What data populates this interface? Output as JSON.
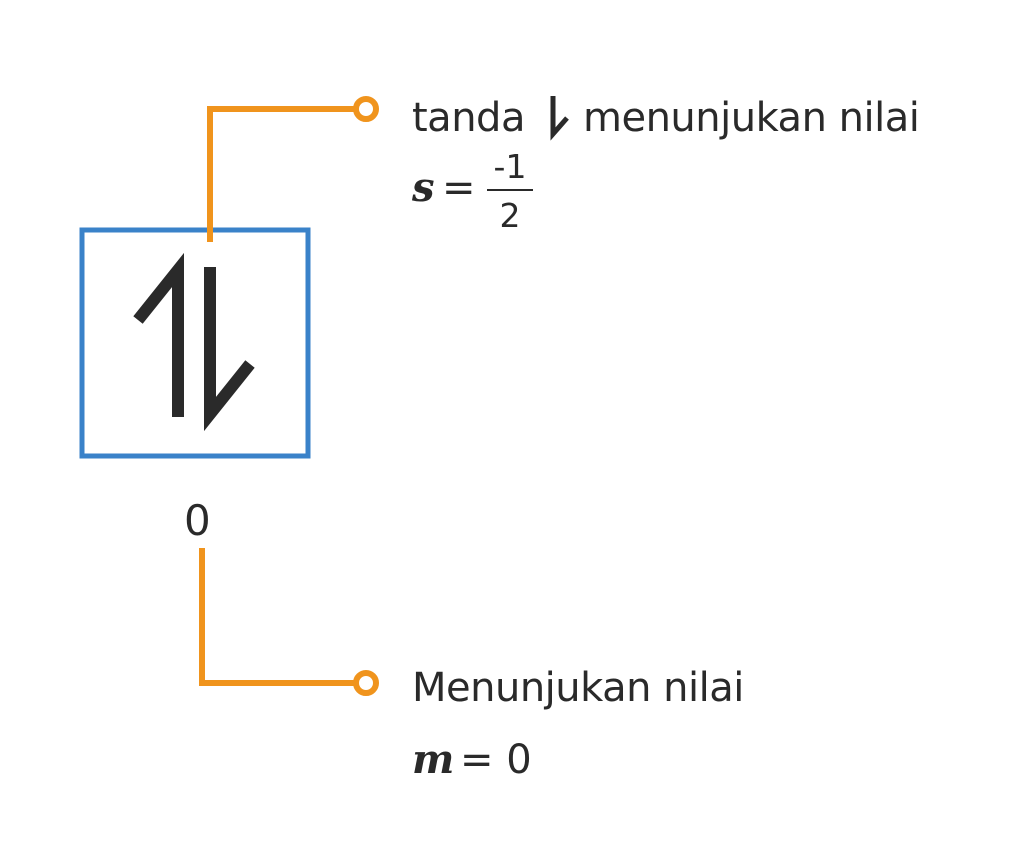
{
  "orbital": {
    "box_color": "#3a82c9",
    "arrow_color": "#2a2a2a",
    "electron_up": "spin-up-half-arrow-icon",
    "electron_down": "spin-down-half-arrow-icon",
    "magnetic_label": "0"
  },
  "callout_spin": {
    "line_color": "#f0941d",
    "text_before": "tanda",
    "icon": "spin-down-half-arrow-icon",
    "text_after": "menunjukan nilai",
    "variable": "s",
    "equals": "=",
    "numerator": "-1",
    "denominator": "2"
  },
  "callout_magnetic": {
    "line_color": "#f0941d",
    "text": "Menunjukan nilai",
    "variable": "m",
    "equals": "= 0"
  }
}
